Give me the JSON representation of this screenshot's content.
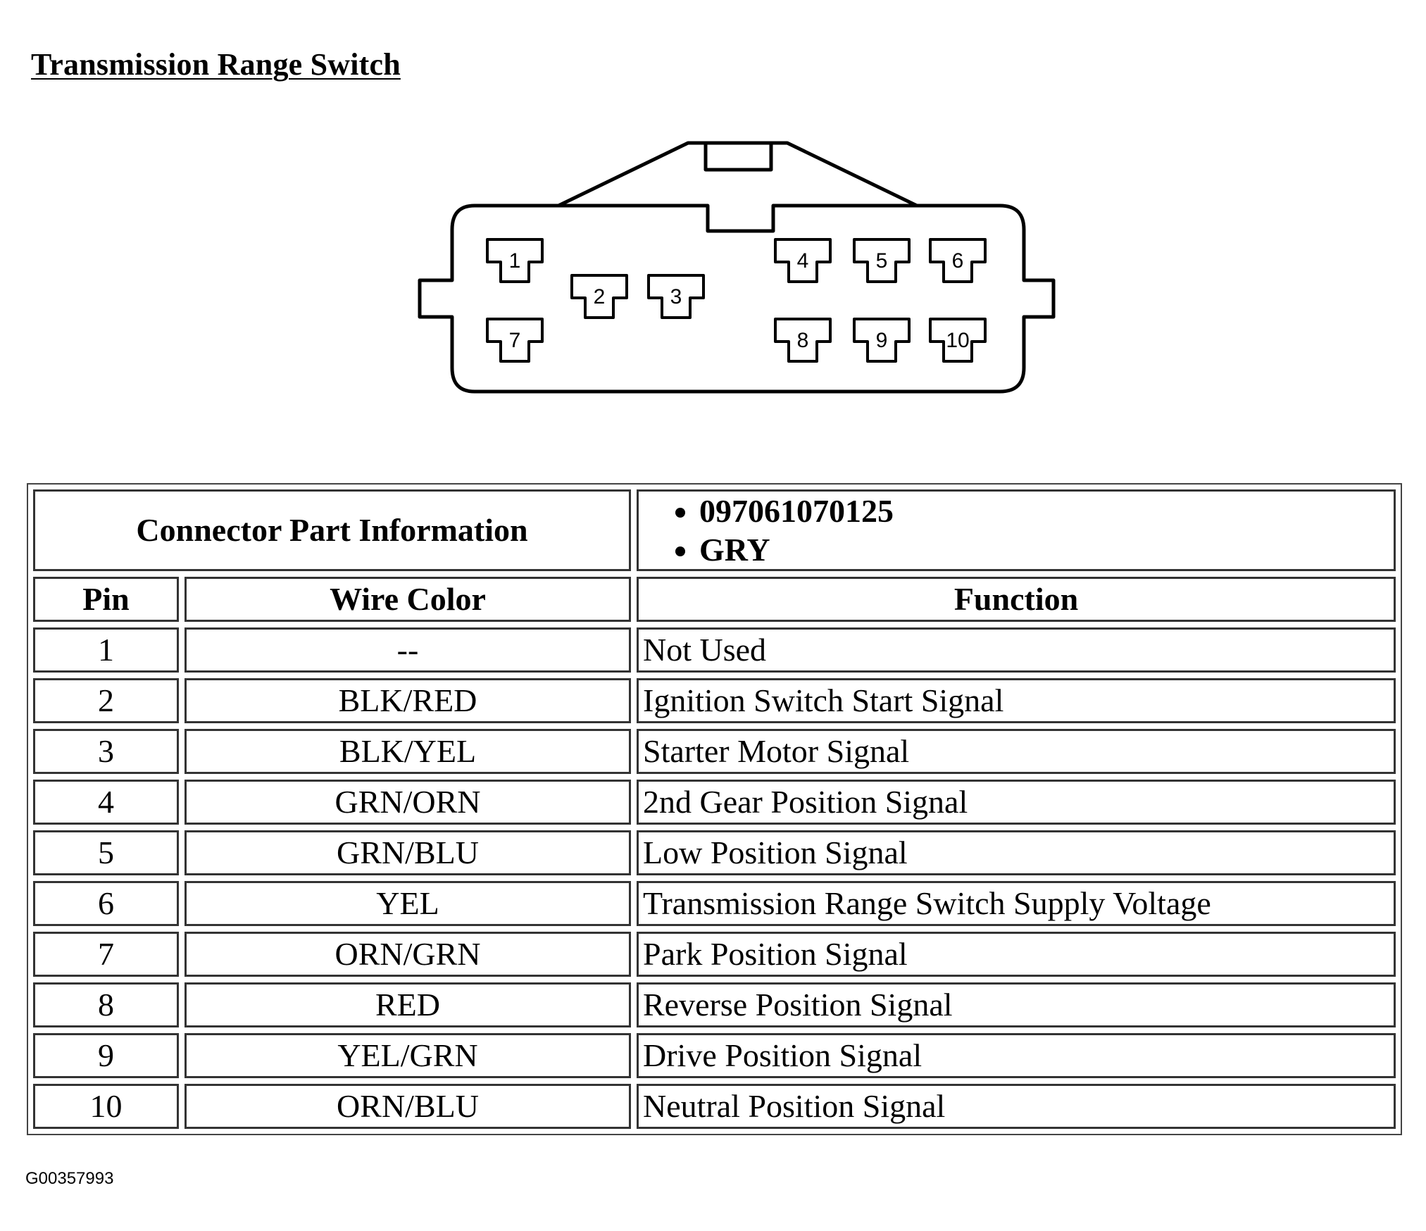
{
  "page": {
    "title": "Transmission Range Switch",
    "figure_id": "G00357993"
  },
  "connector": {
    "pins": [
      "1",
      "2",
      "3",
      "4",
      "5",
      "6",
      "7",
      "8",
      "9",
      "10"
    ]
  },
  "table": {
    "connector_part_information_label": "Connector Part Information",
    "part_info": [
      "097061070125",
      "GRY"
    ],
    "headers": {
      "pin": "Pin",
      "wire_color": "Wire Color",
      "function": "Function"
    },
    "rows": [
      {
        "pin": "1",
        "wire_color": "--",
        "function": "Not Used"
      },
      {
        "pin": "2",
        "wire_color": "BLK/RED",
        "function": "Ignition Switch Start Signal"
      },
      {
        "pin": "3",
        "wire_color": "BLK/YEL",
        "function": "Starter Motor Signal"
      },
      {
        "pin": "4",
        "wire_color": "GRN/ORN",
        "function": "2nd Gear Position Signal"
      },
      {
        "pin": "5",
        "wire_color": "GRN/BLU",
        "function": "Low Position Signal"
      },
      {
        "pin": "6",
        "wire_color": "YEL",
        "function": "Transmission Range Switch Supply Voltage"
      },
      {
        "pin": "7",
        "wire_color": "ORN/GRN",
        "function": "Park Position Signal"
      },
      {
        "pin": "8",
        "wire_color": "RED",
        "function": "Reverse Position Signal"
      },
      {
        "pin": "9",
        "wire_color": "YEL/GRN",
        "function": "Drive Position Signal"
      },
      {
        "pin": "10",
        "wire_color": "ORN/BLU",
        "function": "Neutral Position Signal"
      }
    ]
  }
}
